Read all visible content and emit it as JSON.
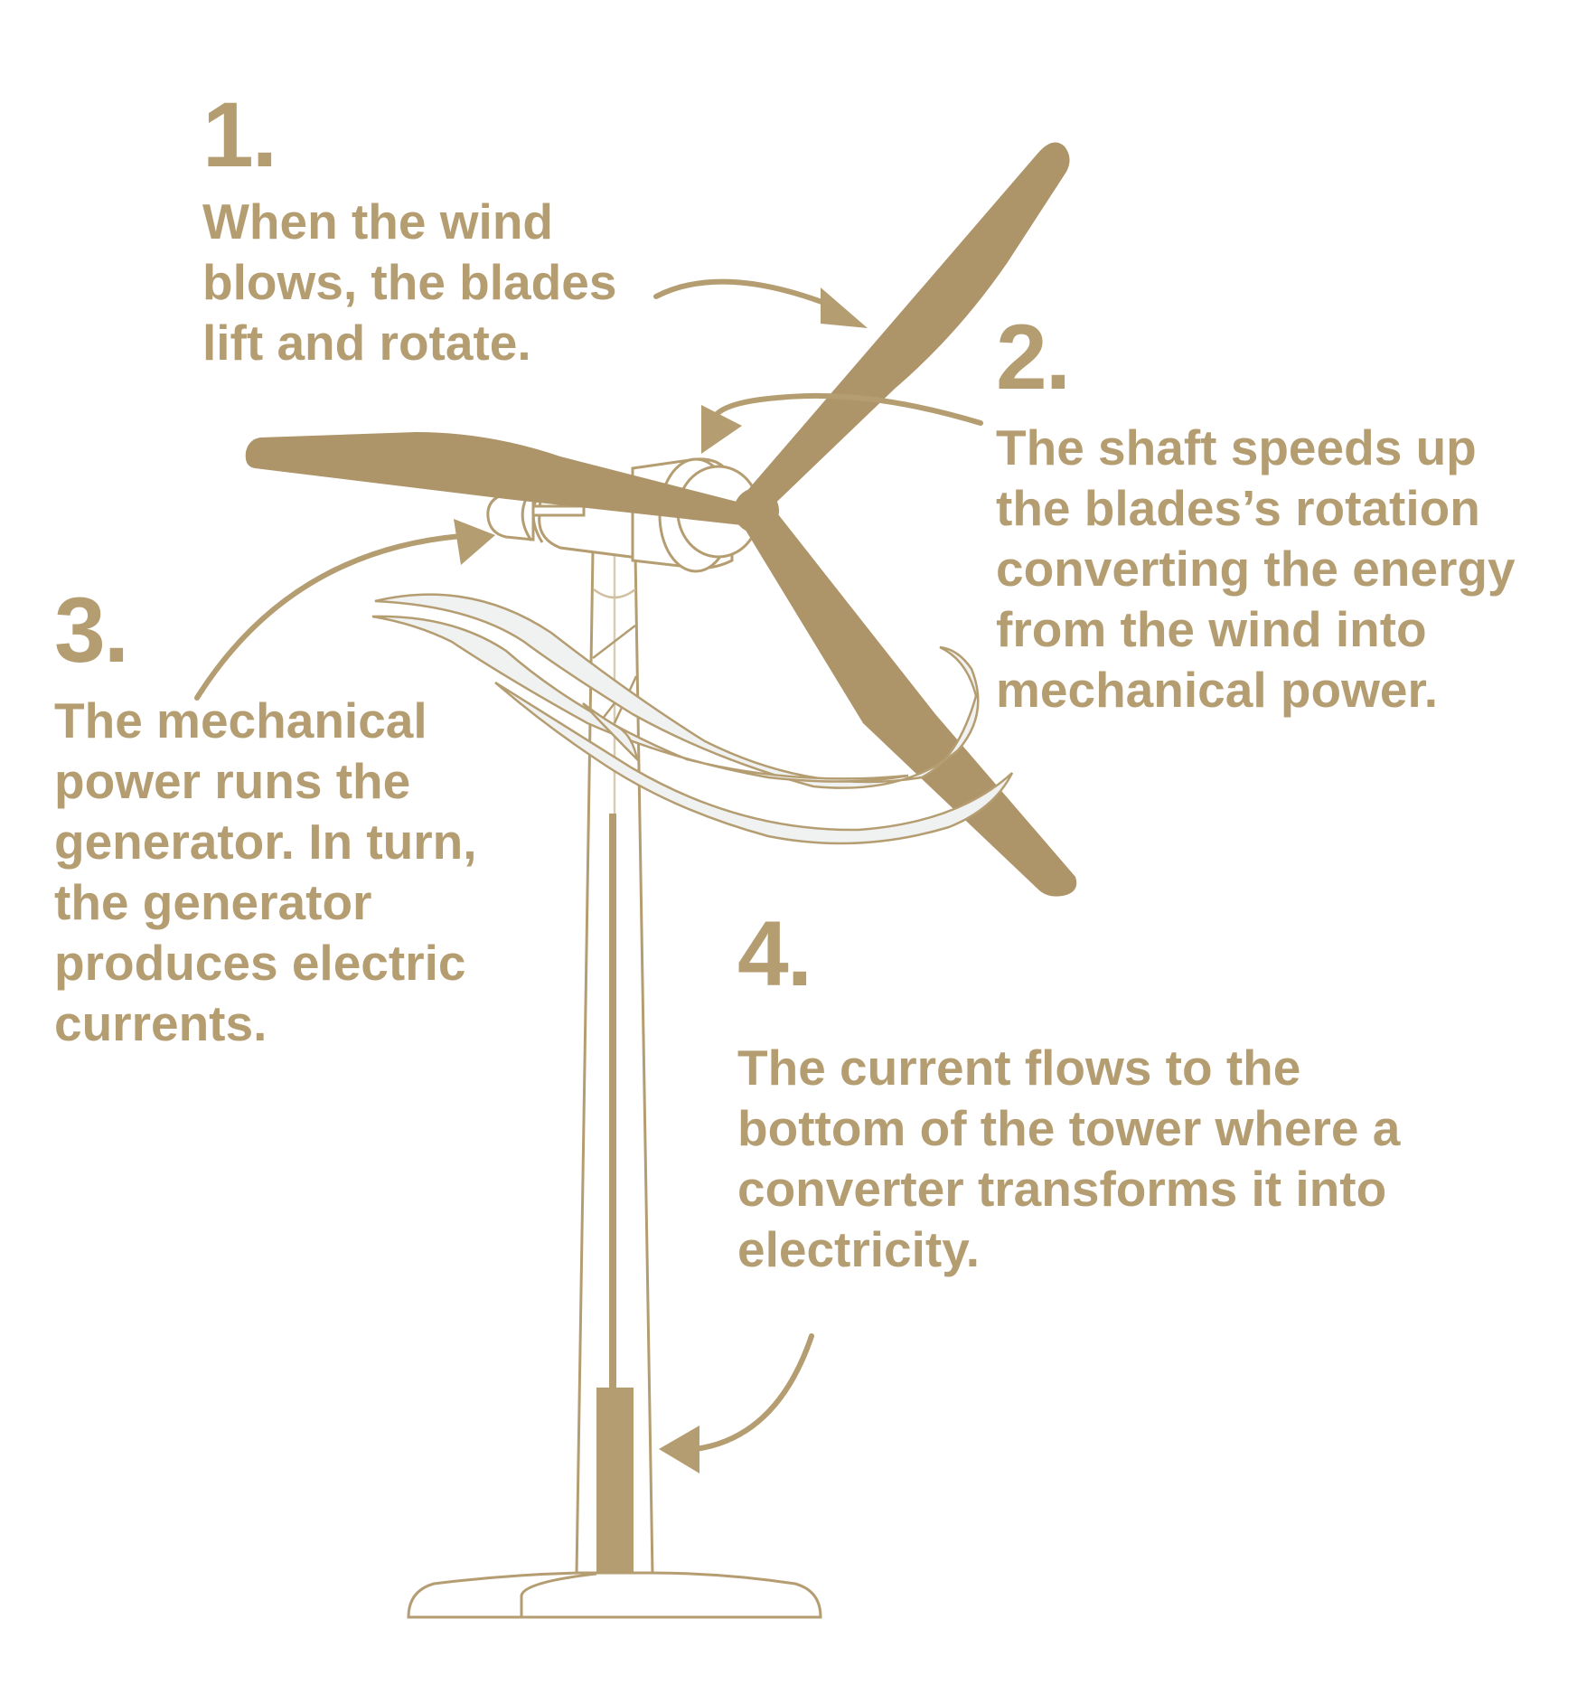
{
  "colors": {
    "text": "#b59d72",
    "blade": "#ad9469",
    "outline": "#b59d72",
    "wind_fill": "#f0f2f1",
    "background": "#ffffff"
  },
  "steps": [
    {
      "number": "1.",
      "text": "When the wind\nblows, the blades\nlift and rotate."
    },
    {
      "number": "2.",
      "text": "The shaft speeds up\nthe blades’s rotation\nconverting the energy\nfrom the wind into\nmechanical power."
    },
    {
      "number": "3.",
      "text": "The mechanical\npower runs the\ngenerator. In turn,\nthe generator\nproduces electric\ncurrents."
    },
    {
      "number": "4.",
      "text": "The current flows to the\nbottom of the tower where a\nconverter transforms it into\nelectricity."
    }
  ],
  "illustration": {
    "subject": "wind-turbine",
    "parts": [
      "blades",
      "hub",
      "nacelle",
      "shaft",
      "generator",
      "tower",
      "cable",
      "converter",
      "base",
      "wind-swooshes"
    ],
    "arrows": [
      "arrow-to-blades",
      "arrow-to-shaft",
      "arrow-to-generator",
      "arrow-to-converter"
    ]
  }
}
